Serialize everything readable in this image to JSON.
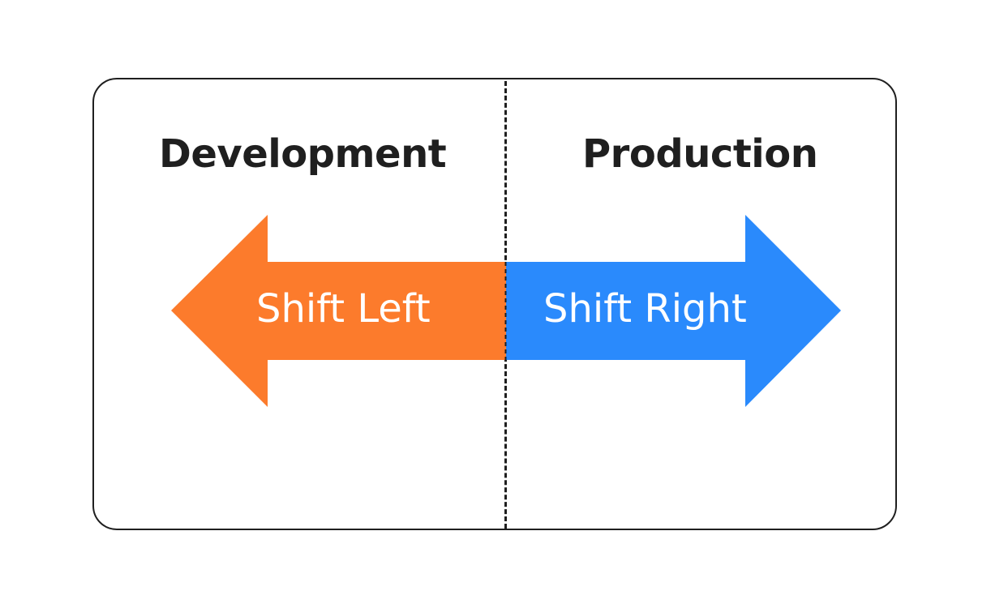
{
  "diagram": {
    "left_heading": "Development",
    "right_heading": "Production",
    "left_arrow_label": "Shift Left",
    "right_arrow_label": "Shift Right"
  },
  "colors": {
    "left_arrow": "#fc7b2c",
    "right_arrow": "#2a8afc",
    "frame": "#1f1f1f",
    "text": "#1f1f1f"
  },
  "icons": {
    "left_arrow": "left-arrow-icon",
    "right_arrow": "right-arrow-icon"
  }
}
